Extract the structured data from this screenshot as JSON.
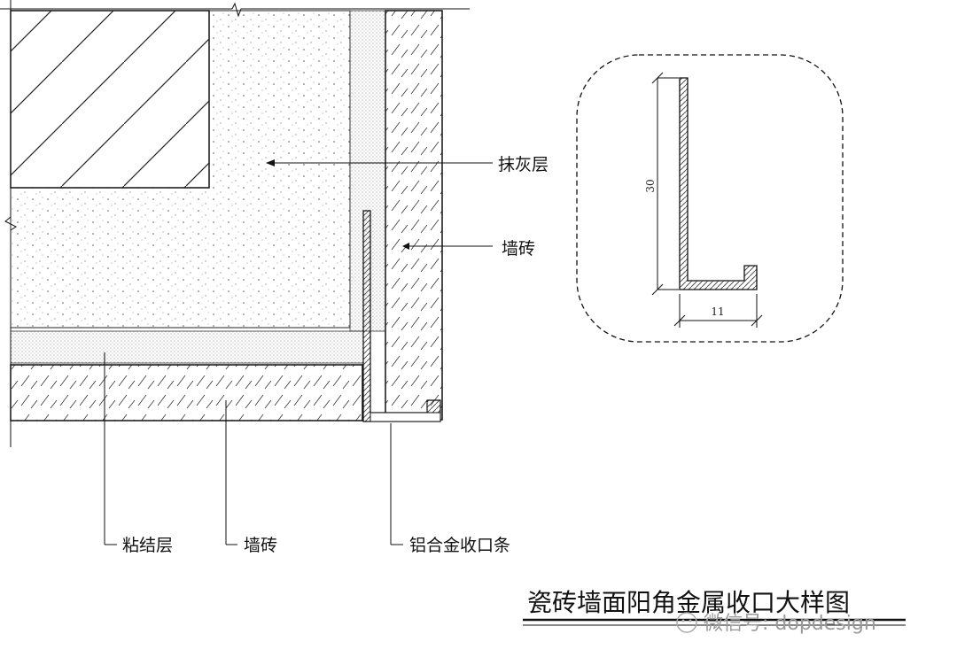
{
  "labels": {
    "plaster": "抹灰层",
    "wall_tile_right": "墙砖",
    "adhesive": "粘结层",
    "wall_tile_bottom": "墙砖",
    "aluminum_trim": "铝合金收口条"
  },
  "detail": {
    "dim_height": "30",
    "dim_width": "11"
  },
  "title": "瓷砖墙面阳角金属收口大样图",
  "watermark": "微信号: dopdesign"
}
